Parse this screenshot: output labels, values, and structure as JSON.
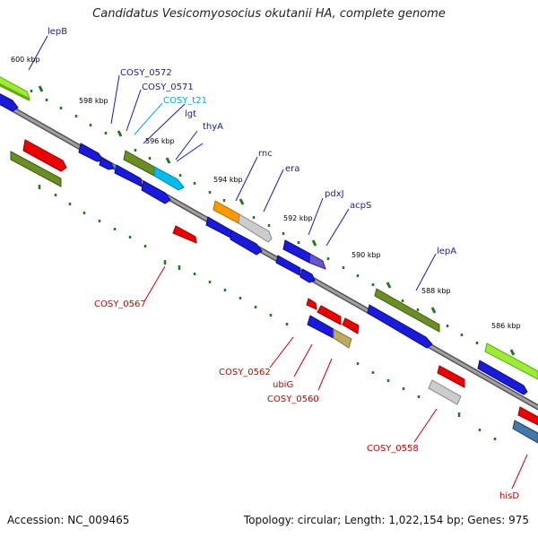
{
  "title": "Candidatus Vesicomyosocius okutanii HA, complete genome",
  "footer": {
    "accession": "Accession: NC_009465",
    "summary": "Topology: circular; Length: 1,022,154 bp; Genes: 975"
  },
  "colors": {
    "backbone": "#808080",
    "tick": "#1f7a1f",
    "label_forward": "#1a1aaa",
    "label_reverse": "#cc0000",
    "label_rna": "#00aadd"
  },
  "scale_labels": [
    "600 kbp",
    "598 kbp",
    "596 kbp",
    "594 kbp",
    "592 kbp",
    "590 kbp",
    "588 kbp",
    "586 kbp"
  ],
  "gene_labels": {
    "lepB": "lepB",
    "COSY_0572": "COSY_0572",
    "COSY_0571": "COSY_0571",
    "COSY_t21": "COSY_t21",
    "lgt": "lgt",
    "thyA": "thyA",
    "rnc": "rnc",
    "era": "era",
    "pdxJ": "pdxJ",
    "acpS": "acpS",
    "lepA": "lepA",
    "COSY_0567": "COSY_0567",
    "COSY_0562": "COSY_0562",
    "ubiG": "ubiG",
    "COSY_0560": "COSY_0560",
    "COSY_0558": "COSY_0558",
    "hisD": "hisD"
  }
}
